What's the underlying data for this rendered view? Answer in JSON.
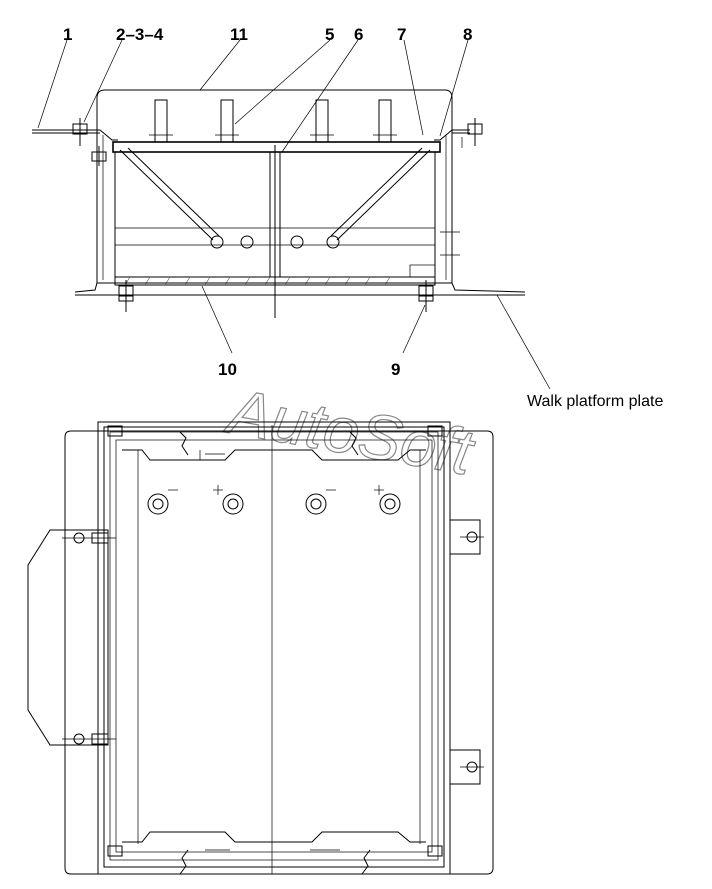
{
  "callouts": {
    "c1": "1",
    "c234": "2–3–4",
    "c11": "11",
    "c5": "5",
    "c6": "6",
    "c7": "7",
    "c8": "8",
    "c10": "10",
    "c9": "9",
    "walk": "Walk platform plate"
  },
  "watermark": "AutoSoft"
}
